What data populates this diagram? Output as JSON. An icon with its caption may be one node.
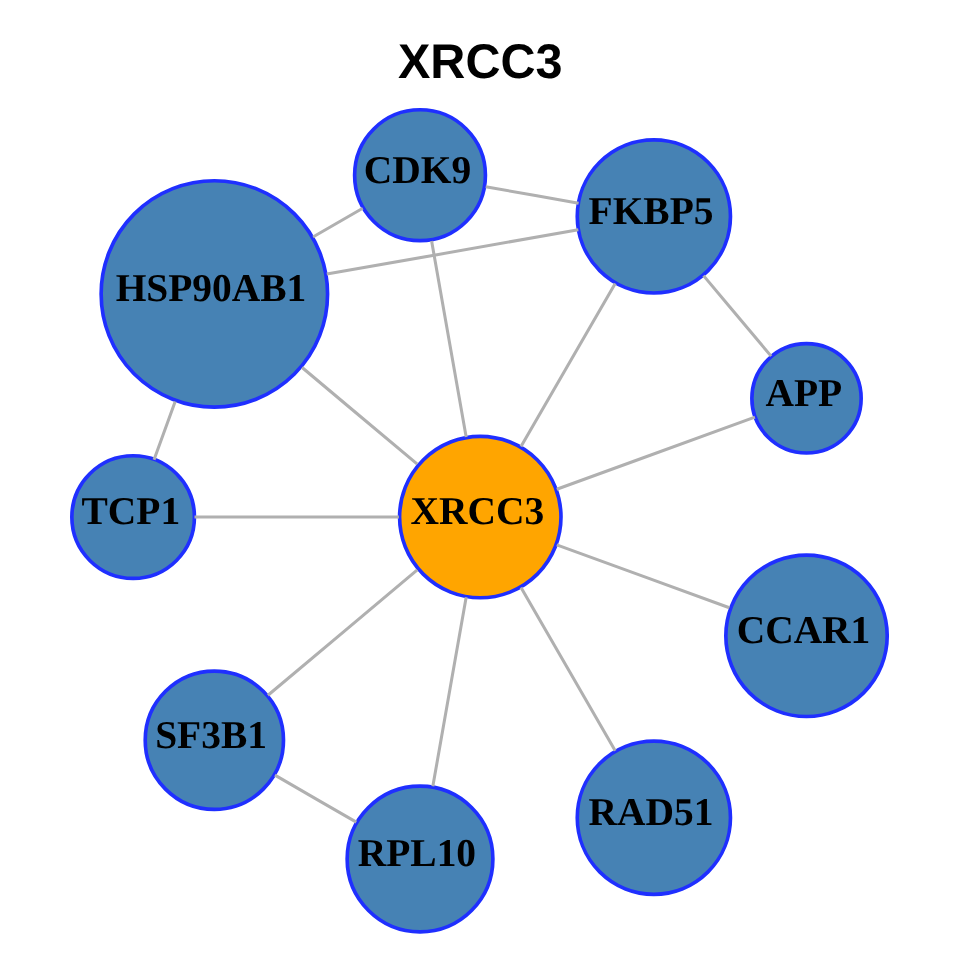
{
  "diagram": {
    "title": "XRCC3",
    "nodes": [
      {
        "text": [
          "RAD51"
        ]
      },
      {
        "text": [
          "APP"
        ]
      },
      {
        "text": [
          "CCAR1"
        ]
      },
      {
        "text": [
          "FKBP5"
        ]
      },
      {
        "text": [
          "XRCC3"
        ]
      },
      {
        "text": [
          "CDK9"
        ]
      },
      {
        "text": [
          "SF3B1"
        ]
      },
      {
        "text": [
          "HSP90AB1"
        ]
      },
      {
        "text": [
          "RPL10"
        ]
      },
      {
        "text": [
          "TCP1"
        ]
      }
    ],
    "edges": [
      {
        "from": 4,
        "to": 0,
        "arrow": "none"
      },
      {
        "from": 4,
        "to": 2,
        "arrow": "none"
      },
      {
        "from": 4,
        "to": 6,
        "arrow": "none"
      },
      {
        "from": 4,
        "to": 8,
        "arrow": "none"
      },
      {
        "from": 4,
        "to": 9,
        "arrow": "none"
      },
      {
        "from": 4,
        "to": 7,
        "arrow": "none"
      },
      {
        "from": 4,
        "to": 5,
        "arrow": "none"
      },
      {
        "from": 4,
        "to": 3,
        "arrow": "none"
      },
      {
        "from": 4,
        "to": 1,
        "arrow": "none"
      },
      {
        "from": 1,
        "to": 3,
        "arrow": "none"
      },
      {
        "from": 3,
        "to": 5,
        "arrow": "none"
      },
      {
        "from": 3,
        "to": 7,
        "arrow": "none"
      },
      {
        "from": 5,
        "to": 7,
        "arrow": "none"
      },
      {
        "from": 7,
        "to": 9,
        "arrow": "none"
      },
      {
        "from": 6,
        "to": 8,
        "arrow": "none"
      }
    ]
  }
}
